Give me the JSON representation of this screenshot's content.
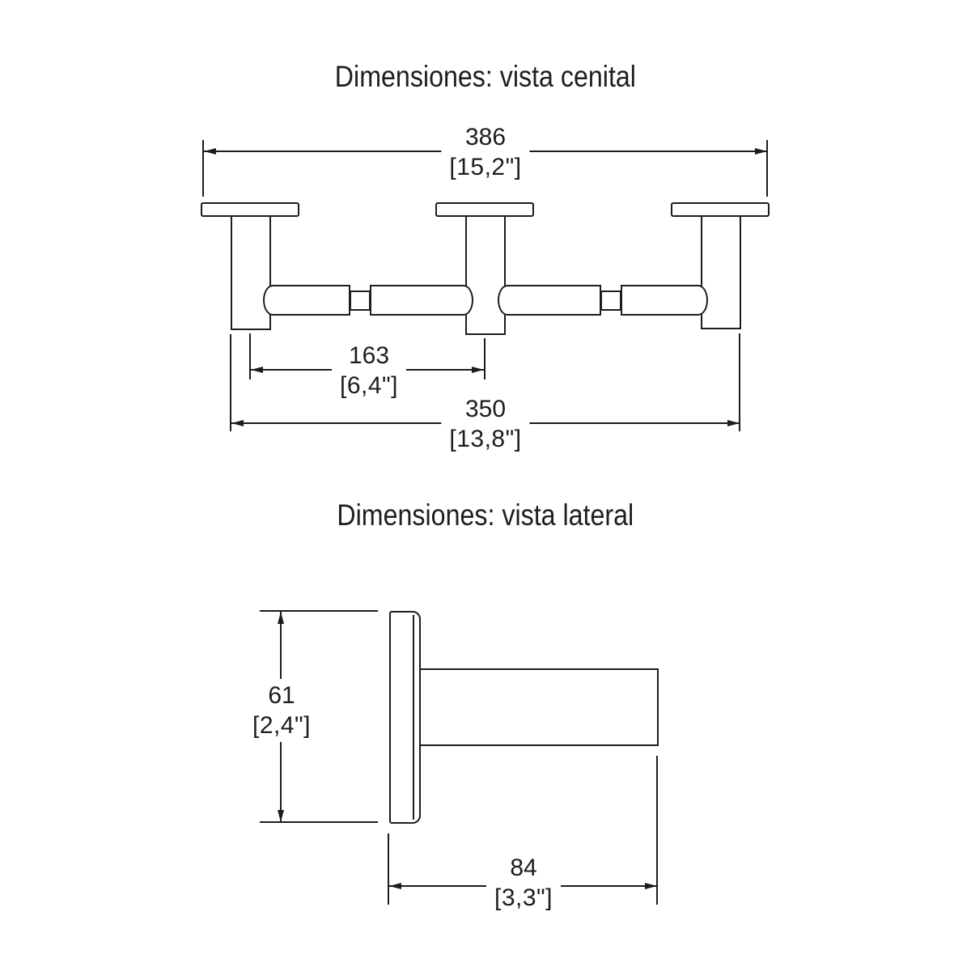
{
  "page": {
    "background_color": "#ffffff",
    "line_color": "#1d1d1d"
  },
  "top_view": {
    "title": "Dimensiones: vista cenital",
    "dim_total_width": {
      "value": "386",
      "imperial": "[15,2\"]"
    },
    "dim_post_spacing": {
      "value": "163",
      "imperial": "[6,4\"]"
    },
    "dim_mount_span": {
      "value": "350",
      "imperial": "[13,8\"]"
    }
  },
  "side_view": {
    "title": "Dimensiones: vista lateral",
    "dim_height": {
      "value": "61",
      "imperial": "[2,4\"]"
    },
    "dim_depth": {
      "value": "84",
      "imperial": "[3,3\"]"
    }
  }
}
